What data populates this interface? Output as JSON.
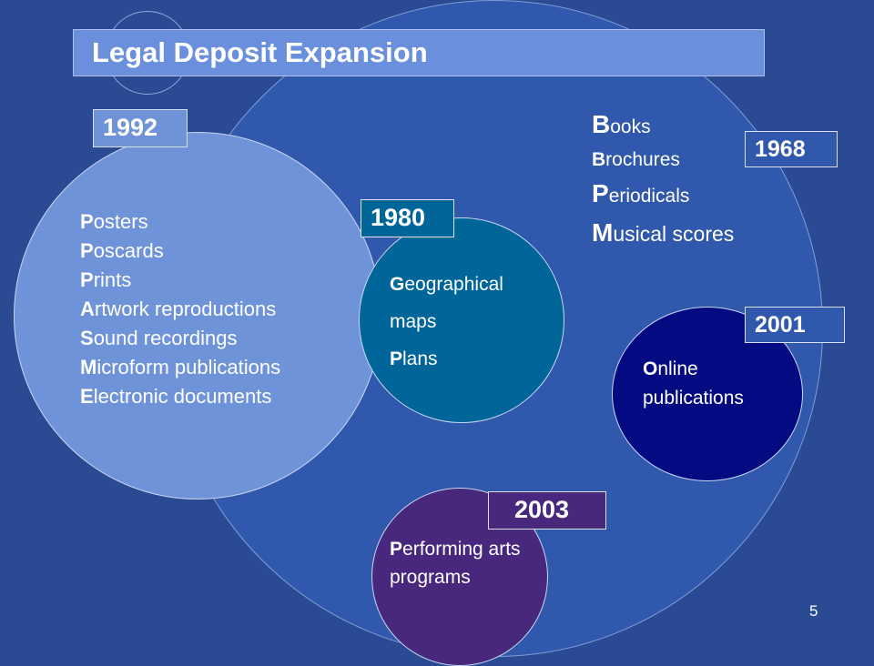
{
  "title": "Legal Deposit Expansion",
  "page_number": "5",
  "groups": {
    "g1992": {
      "year": "1992",
      "items": [
        {
          "first": "P",
          "rest": "osters"
        },
        {
          "first": "P",
          "rest": "oscards"
        },
        {
          "first": "P",
          "rest": "rints"
        },
        {
          "first": "A",
          "rest": "rtwork reproductions"
        },
        {
          "first": "S",
          "rest": "ound recordings"
        },
        {
          "first": "M",
          "rest": "icroform publications"
        },
        {
          "first": "E",
          "rest": "lectronic documents"
        }
      ]
    },
    "g1980": {
      "year": "1980",
      "items": [
        {
          "first": "G",
          "rest": "eographical"
        },
        {
          "first": "",
          "rest": "maps"
        },
        {
          "first": "P",
          "rest": "lans"
        }
      ]
    },
    "g1968": {
      "year": "1968",
      "items": [
        {
          "first": "B",
          "rest": "ooks"
        },
        {
          "first": "B",
          "rest": "rochures"
        },
        {
          "first": "P",
          "rest": "eriodicals"
        },
        {
          "first": "M",
          "rest": "usical scores"
        }
      ]
    },
    "g2001": {
      "year": "2001",
      "items": [
        {
          "first": "O",
          "rest": "nline"
        },
        {
          "first": "",
          "rest": "publications"
        }
      ]
    },
    "g2003": {
      "year": "2003",
      "items": [
        {
          "first": "P",
          "rest": "erforming arts"
        },
        {
          "first": "",
          "rest": "programs"
        }
      ]
    }
  }
}
